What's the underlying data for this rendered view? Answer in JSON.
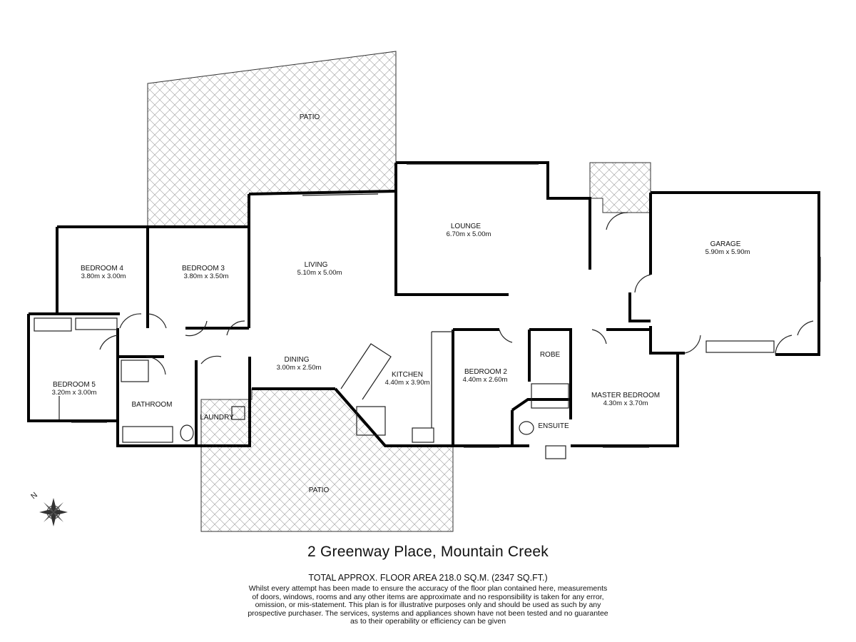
{
  "rooms": {
    "patio_top": {
      "name": "PATIO"
    },
    "patio_bottom": {
      "name": "PATIO"
    },
    "lounge": {
      "name": "LOUNGE",
      "dims": "6.70m x 5.00m"
    },
    "garage": {
      "name": "GARAGE",
      "dims": "5.90m x 5.90m"
    },
    "living": {
      "name": "LIVING",
      "dims": "5.10m x 5.00m"
    },
    "bedroom4": {
      "name": "BEDROOM 4",
      "dims": "3.80m x 3.00m"
    },
    "bedroom3": {
      "name": "BEDROOM 3",
      "dims": "3.80m x 3.50m"
    },
    "bedroom5": {
      "name": "BEDROOM 5",
      "dims": "3.20m x 3.00m"
    },
    "dining": {
      "name": "DINING",
      "dims": "3.00m x 2.50m"
    },
    "kitchen": {
      "name": "KITCHEN",
      "dims": "4.40m x 3.90m"
    },
    "bedroom2": {
      "name": "BEDROOM 2",
      "dims": "4.40m x 2.60m"
    },
    "master": {
      "name": "MASTER BEDROOM",
      "dims": "4.30m x 3.70m"
    },
    "robe": {
      "name": "ROBE"
    },
    "ensuite": {
      "name": "ENSUITE"
    },
    "bathroom": {
      "name": "BATHROOM"
    },
    "laundry": {
      "name": "LAUNDRY"
    }
  },
  "footer": {
    "address": "2 Greenway Place, Mountain Creek",
    "area": "TOTAL APPROX. FLOOR AREA 218.0 SQ.M. (2347 SQ.FT.)",
    "disclaimer": [
      "Whilst every attempt has been made to ensure the accuracy of the floor plan contained here, measurements",
      "of doors, windows, rooms and any other items are approximate and no responsibility is taken for any error,",
      "omission, or mis-statement. This plan is for illustrative purposes only and should be used as such by any",
      "prospective purchaser. The services, systems and appliances shown have not been tested and no guarantee",
      "as to their operability or efficiency can be given"
    ]
  },
  "compass": {
    "letter": "N"
  }
}
